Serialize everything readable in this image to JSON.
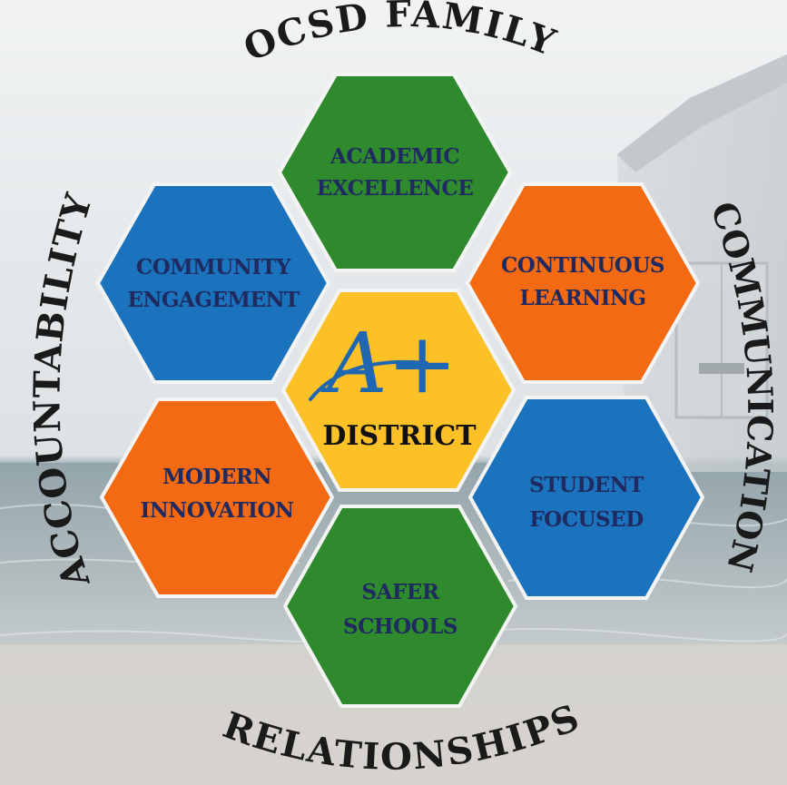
{
  "arcs": {
    "top": "OCSD FAMILY",
    "left": "ACCOUNTABILITY",
    "right": "COMMUNICATION",
    "bottom": "RELATIONSHIPS"
  },
  "center": {
    "logo": "A+",
    "label": "DISTRICT"
  },
  "hexagons": {
    "academic": {
      "line1": "ACADEMIC",
      "line2": "EXCELLENCE"
    },
    "community": {
      "line1": "COMMUNITY",
      "line2": "ENGAGEMENT"
    },
    "continuous": {
      "line1": "CONTINUOUS",
      "line2": "LEARNING"
    },
    "modern": {
      "line1": "MODERN",
      "line2": "INNOVATION"
    },
    "student": {
      "line1": "STUDENT",
      "line2": "FOCUSED"
    },
    "safer": {
      "line1": "SAFER",
      "line2": "SCHOOLS"
    }
  },
  "colors": {
    "green": "#2e8a2c",
    "blue": "#1b73bd",
    "orange": "#f46a12",
    "yellow": "#fcc126",
    "hex_text_dark": "#1f2b60",
    "logo_blue": "#1f67b0"
  }
}
